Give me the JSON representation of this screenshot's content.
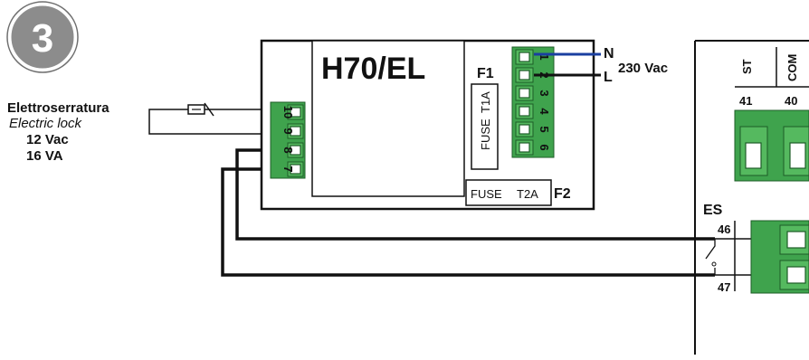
{
  "step": {
    "number": "3",
    "color": "#8c8c8c"
  },
  "lock": {
    "label_it": "Elettroserratura",
    "label_en": "Electric lock",
    "voltage": "12 Vac",
    "power": "16 VA"
  },
  "module": {
    "title": "H70/EL",
    "terminals_left": [
      "10",
      "9",
      "8",
      "7"
    ],
    "terminals_right": [
      "1",
      "2",
      "3",
      "4",
      "5",
      "6"
    ],
    "fuse1": {
      "id": "F1",
      "fuse_word": "FUSE",
      "rating": "T1A"
    },
    "fuse2": {
      "id": "F2",
      "fuse_word": "FUSE",
      "rating": "T2A"
    }
  },
  "mains": {
    "neutral": "N",
    "line": "L",
    "voltage": "230 Vac",
    "neutral_color": "#1a3fa0"
  },
  "control_board": {
    "terminal_labels": [
      "ST",
      "COM"
    ],
    "terminal_numbers": [
      "41",
      "40"
    ],
    "es_label": "ES",
    "es_terminals": [
      "46",
      "47"
    ]
  }
}
